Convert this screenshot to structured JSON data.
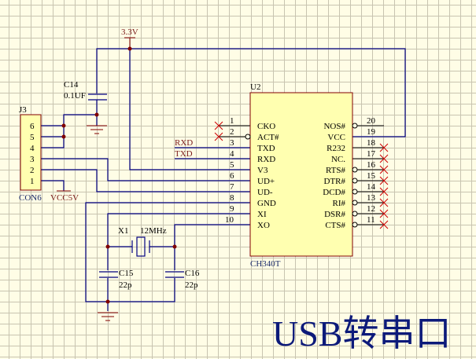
{
  "title": "USB转串口",
  "power": {
    "v33": "3.3V",
    "vcc5v": "VCC5V"
  },
  "connector": {
    "ref": "J3",
    "part": "CON6",
    "pins": [
      "6",
      "5",
      "4",
      "3",
      "2",
      "1"
    ]
  },
  "c14": {
    "ref": "C14",
    "value": "0.1UF"
  },
  "chip": {
    "ref": "U2",
    "part": "CH340T",
    "left_pins": [
      {
        "num": "1",
        "name": "CKO"
      },
      {
        "num": "2",
        "name": "ACT#"
      },
      {
        "num": "3",
        "name": "TXD"
      },
      {
        "num": "4",
        "name": "RXD"
      },
      {
        "num": "5",
        "name": "V3"
      },
      {
        "num": "6",
        "name": "UD+"
      },
      {
        "num": "7",
        "name": "UD-"
      },
      {
        "num": "8",
        "name": "GND"
      },
      {
        "num": "9",
        "name": "XI"
      },
      {
        "num": "10",
        "name": "XO"
      }
    ],
    "right_pins": [
      {
        "num": "20",
        "name": "NOS#"
      },
      {
        "num": "19",
        "name": "VCC"
      },
      {
        "num": "18",
        "name": "R232"
      },
      {
        "num": "17",
        "name": "NC."
      },
      {
        "num": "16",
        "name": "RTS#"
      },
      {
        "num": "15",
        "name": "DTR#"
      },
      {
        "num": "14",
        "name": "DCD#"
      },
      {
        "num": "13",
        "name": "RI#"
      },
      {
        "num": "12",
        "name": "DSR#"
      },
      {
        "num": "11",
        "name": "CTS#"
      }
    ]
  },
  "nets": {
    "rxd": "RXD",
    "txd": "TXD"
  },
  "crystal": {
    "ref": "X1",
    "value": "12MHz"
  },
  "c15": {
    "ref": "C15",
    "value": "22p"
  },
  "c16": {
    "ref": "C16",
    "value": "22p"
  },
  "colors": {
    "wire": "#000080",
    "junction": "#800000",
    "part_fill": "#ffffb0",
    "part_border": "#800000",
    "noconnect": "#cc0000",
    "title": "#0c1a7a"
  }
}
